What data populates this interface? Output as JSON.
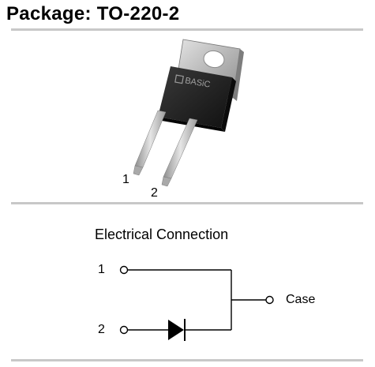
{
  "header": {
    "title": "Package: TO-220-2"
  },
  "package": {
    "brand": "BASiC",
    "pin1_label": "1",
    "pin2_label": "2"
  },
  "connection": {
    "title": "Electrical Connection",
    "pin1_label": "1",
    "pin2_label": "2",
    "case_label": "Case"
  },
  "colors": {
    "rule": "#c8c8c8",
    "tab_metal": "#b5b5b5",
    "body": "#1e1e1e",
    "lead": "#c9c9c9"
  }
}
